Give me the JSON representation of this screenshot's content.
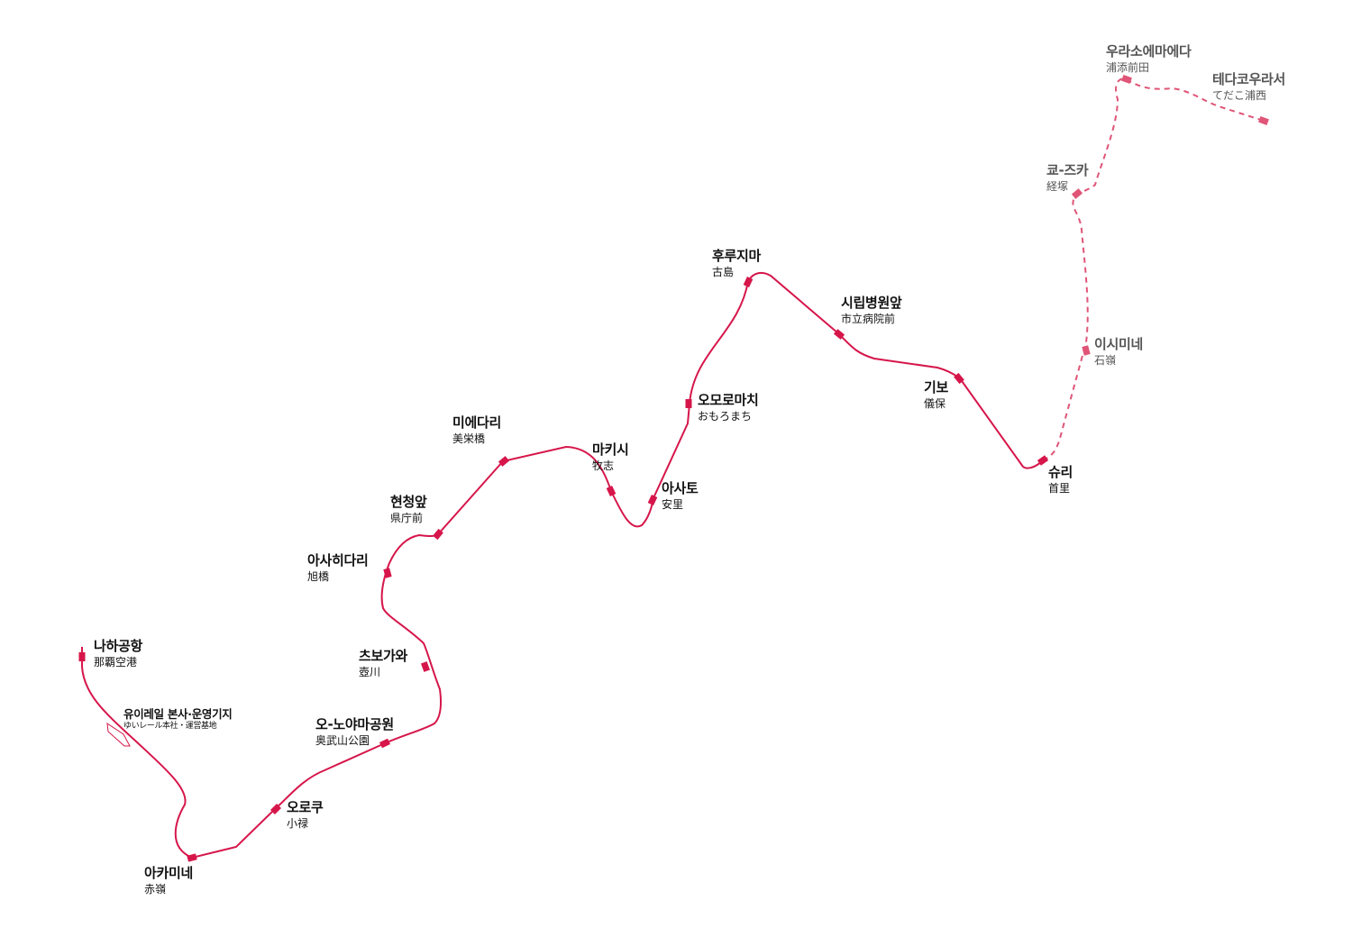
{
  "map": {
    "line_color": "#d6164a",
    "future_line_color": "#e05577",
    "stations": [
      {
        "id": "naha-airport",
        "ko": "나하공항",
        "ja": "那覇空港",
        "status": "open"
      },
      {
        "id": "akamine",
        "ko": "아카미네",
        "ja": "赤嶺",
        "status": "open"
      },
      {
        "id": "oroku",
        "ko": "오로쿠",
        "ja": "小禄",
        "status": "open"
      },
      {
        "id": "onoyama-koen",
        "ko": "오-노야마공원",
        "ja": "奥武山公園",
        "status": "open"
      },
      {
        "id": "tsubogawa",
        "ko": "츠보가와",
        "ja": "壺川",
        "status": "open"
      },
      {
        "id": "asahibashi",
        "ko": "아사히다리",
        "ja": "旭橋",
        "status": "open"
      },
      {
        "id": "kencho-mae",
        "ko": "현청앞",
        "ja": "県庁前",
        "status": "open"
      },
      {
        "id": "miebashi",
        "ko": "미에다리",
        "ja": "美栄橋",
        "status": "open"
      },
      {
        "id": "makishi",
        "ko": "마키시",
        "ja": "牧志",
        "status": "open"
      },
      {
        "id": "asato",
        "ko": "아사토",
        "ja": "安里",
        "status": "open"
      },
      {
        "id": "omoromachi",
        "ko": "오모로마치",
        "ja": "おもろまち",
        "status": "open"
      },
      {
        "id": "furujima",
        "ko": "후루지마",
        "ja": "古島",
        "status": "open"
      },
      {
        "id": "shiritsu-byoin-mae",
        "ko": "시립병원앞",
        "ja": "市立病院前",
        "status": "open"
      },
      {
        "id": "gibo",
        "ko": "기보",
        "ja": "儀保",
        "status": "open"
      },
      {
        "id": "shuri",
        "ko": "슈리",
        "ja": "首里",
        "status": "open"
      },
      {
        "id": "ishimine",
        "ko": "이시미네",
        "ja": "石嶺",
        "status": "future"
      },
      {
        "id": "kyozuka",
        "ko": "쿄-즈카",
        "ja": "経塚",
        "status": "future"
      },
      {
        "id": "urasoe-maeda",
        "ko": "우라소에마에다",
        "ja": "浦添前田",
        "status": "future"
      },
      {
        "id": "tedako-urasoe",
        "ko": "테다코우라서",
        "ja": "てだこ浦西",
        "status": "future"
      }
    ],
    "depot": {
      "ko": "유이레일 본사·운영기지",
      "ja": "ゆいレール本社・運営基地"
    }
  }
}
